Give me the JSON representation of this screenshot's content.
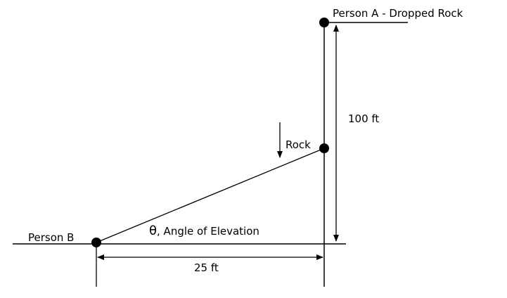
{
  "labels": {
    "person_a": "Person A - Dropped Rock",
    "person_b": "Person B",
    "rock": "Rock",
    "height": "100 ft",
    "distance": "25 ft",
    "theta_symbol": "θ",
    "angle": ", Angle of Elevation"
  },
  "colors": {
    "ink": "#000000",
    "background": "#ffffff"
  }
}
